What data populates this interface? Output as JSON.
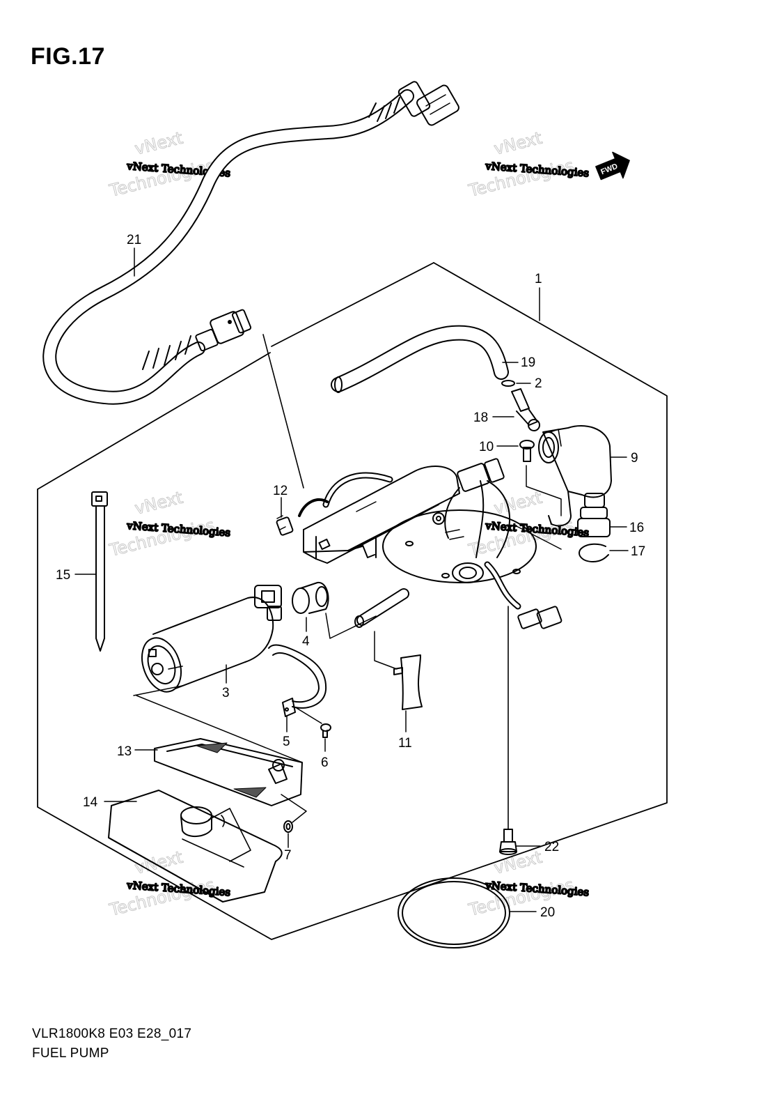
{
  "figure_title": "FIG.17",
  "direction_badge": {
    "label": "FWD",
    "icon": "forward-arrow-icon"
  },
  "watermark": {
    "small": "vNext Technologies",
    "brand": "vNext",
    "large": "Technologies"
  },
  "callouts": {
    "c1": "1",
    "c2": "2",
    "c3": "3",
    "c4": "4",
    "c5": "5",
    "c6": "6",
    "c7": "7",
    "c9": "9",
    "c10": "10",
    "c11": "11",
    "c12": "12",
    "c13": "13",
    "c14": "14",
    "c15": "15",
    "c16": "16",
    "c17": "17",
    "c18": "18",
    "c19": "19",
    "c20": "20",
    "c21": "21",
    "c22": "22"
  },
  "footer": {
    "model_code": "VLR1800K8 E03 E28_017",
    "diagram_name": "FUEL PUMP"
  }
}
